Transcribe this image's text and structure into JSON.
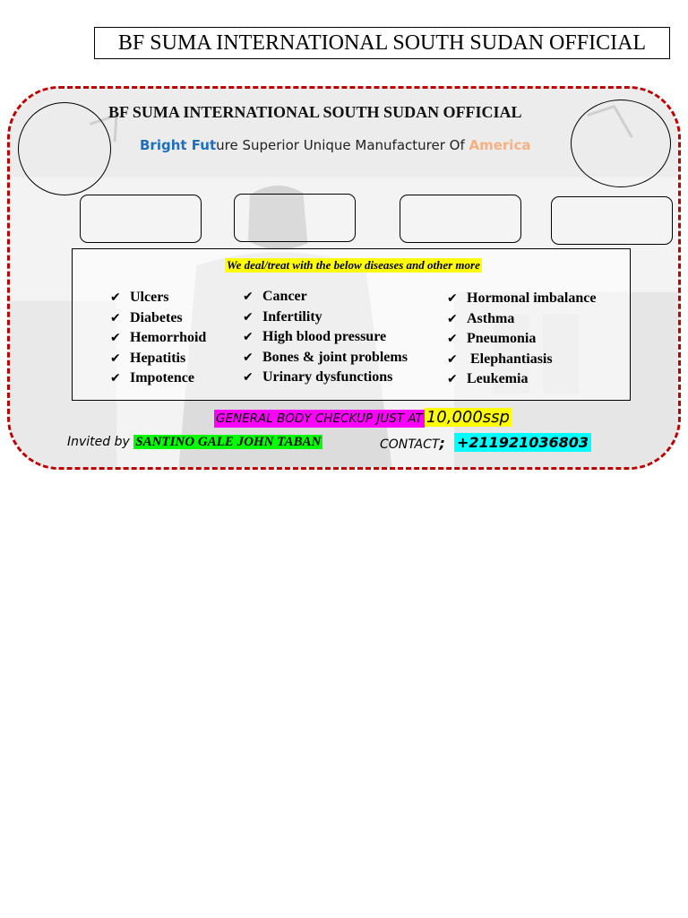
{
  "header": {
    "title": "BF SUMA INTERNATIONAL SOUTH SUDAN OFFICIAL"
  },
  "card": {
    "title": "BF SUMA INTERNATIONAL SOUTH SUDAN OFFICIAL",
    "tagline": {
      "part1": "Bright Fut",
      "part2": "ure Superior Unique Manufacturer Of ",
      "part3": "America"
    },
    "list_heading": "We deal/treat with the below diseases and other more",
    "check_glyph": "✔",
    "diseases": {
      "col1": [
        "Ulcers",
        "Diabetes",
        "Hemorrhoid",
        "Hepatitis",
        "Impotence"
      ],
      "col2": [
        "Cancer",
        "Infertility",
        "High blood pressure",
        "Bones & joint problems",
        "Urinary dysfunctions"
      ],
      "col3": [
        "Hormonal imbalance",
        "Asthma",
        "Pneumonia",
        " Elephantiasis",
        "Leukemia"
      ]
    },
    "checkup": {
      "label": "GENERAL BODY CHECKUP JUST AT",
      "price": "10,000ssp"
    },
    "invite": {
      "label": "Invited by ",
      "name": "SANTINO GALE JOHN TABAN"
    },
    "contact": {
      "label": "CONTACT",
      "separator": ";",
      "phone": "+211921036803"
    }
  },
  "colors": {
    "border_dash": "#c00000",
    "tag_blue": "#1f6fc0",
    "tag_peach": "#f4b183",
    "highlight_yellow": "#ffff00",
    "highlight_magenta": "#ff00ff",
    "highlight_green": "#00ff00",
    "highlight_cyan": "#00ffff"
  }
}
